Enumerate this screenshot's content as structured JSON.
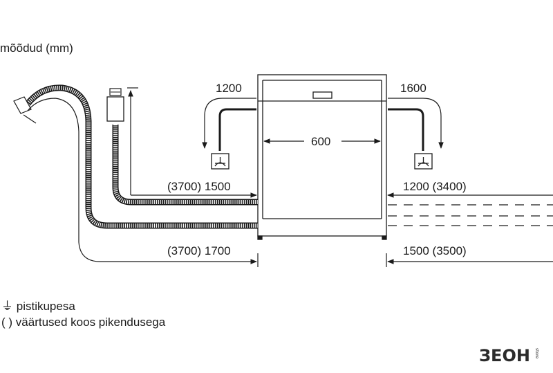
{
  "units_label": "mõõdud (mm)",
  "dimensions": {
    "left_cord": "1200",
    "right_cord": "1600",
    "width": "600",
    "left_upper_hose": "(3700) 1500",
    "right_upper_hose": "1200 (3400)",
    "left_lower_hose": "(3700) 1700",
    "right_lower_hose": "1500 (3500)"
  },
  "legend": {
    "socket_symbol": "⏚",
    "socket_text": "pistikupesa",
    "paren_symbol": "( )",
    "paren_text": "väärtused koos pikendusega"
  },
  "logo": {
    "text": "ЗЕОН",
    "sub": "store"
  }
}
